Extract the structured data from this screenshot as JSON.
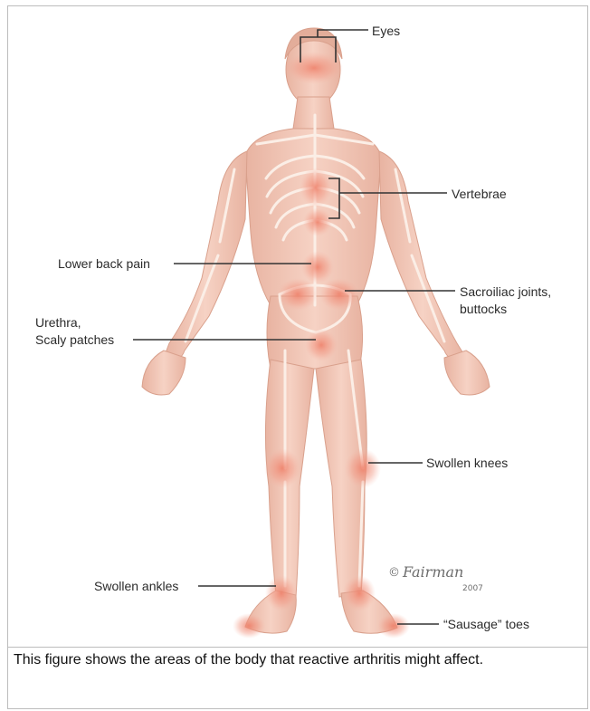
{
  "labels": {
    "eyes": "Eyes",
    "vertebrae": "Vertebrae",
    "lower_back": "Lower back pain",
    "sacroiliac_line1": "Sacroiliac joints,",
    "sacroiliac_line2": "buttocks",
    "urethra_line1": "Urethra,",
    "urethra_line2": "Scaly patches",
    "knees": "Swollen knees",
    "ankles": "Swollen ankles",
    "toes": "“Sausage” toes"
  },
  "signature": {
    "name": "Fairman",
    "year": "2007",
    "mark": "©"
  },
  "caption": "This figure shows the areas of the body that reactive arthritis might affect.",
  "colors": {
    "skin": "#f2c6b6",
    "skin_dark": "#e2a995",
    "bone": "#fbe9df",
    "inflammation": "#f0907a",
    "leader_line": "#333333"
  }
}
